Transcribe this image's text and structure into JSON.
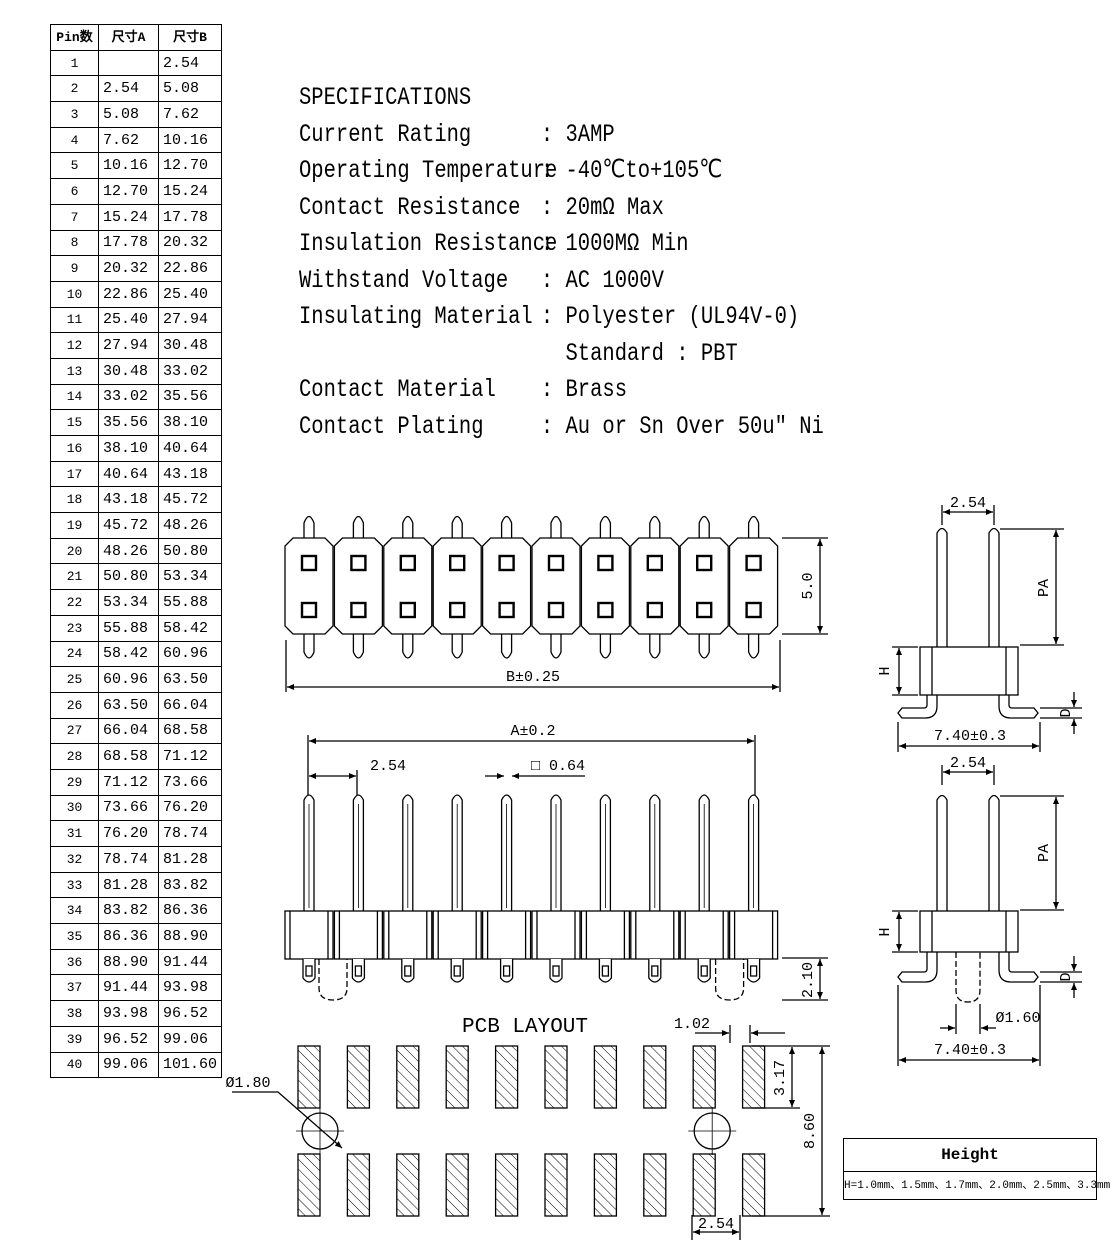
{
  "table": {
    "headers": [
      "Pin数",
      "尺寸A",
      "尺寸B"
    ],
    "rows": [
      [
        "1",
        "",
        "2.54"
      ],
      [
        "2",
        "2.54",
        "5.08"
      ],
      [
        "3",
        "5.08",
        "7.62"
      ],
      [
        "4",
        "7.62",
        "10.16"
      ],
      [
        "5",
        "10.16",
        "12.70"
      ],
      [
        "6",
        "12.70",
        "15.24"
      ],
      [
        "7",
        "15.24",
        "17.78"
      ],
      [
        "8",
        "17.78",
        "20.32"
      ],
      [
        "9",
        "20.32",
        "22.86"
      ],
      [
        "10",
        "22.86",
        "25.40"
      ],
      [
        "11",
        "25.40",
        "27.94"
      ],
      [
        "12",
        "27.94",
        "30.48"
      ],
      [
        "13",
        "30.48",
        "33.02"
      ],
      [
        "14",
        "33.02",
        "35.56"
      ],
      [
        "15",
        "35.56",
        "38.10"
      ],
      [
        "16",
        "38.10",
        "40.64"
      ],
      [
        "17",
        "40.64",
        "43.18"
      ],
      [
        "18",
        "43.18",
        "45.72"
      ],
      [
        "19",
        "45.72",
        "48.26"
      ],
      [
        "20",
        "48.26",
        "50.80"
      ],
      [
        "21",
        "50.80",
        "53.34"
      ],
      [
        "22",
        "53.34",
        "55.88"
      ],
      [
        "23",
        "55.88",
        "58.42"
      ],
      [
        "24",
        "58.42",
        "60.96"
      ],
      [
        "25",
        "60.96",
        "63.50"
      ],
      [
        "26",
        "63.50",
        "66.04"
      ],
      [
        "27",
        "66.04",
        "68.58"
      ],
      [
        "28",
        "68.58",
        "71.12"
      ],
      [
        "29",
        "71.12",
        "73.66"
      ],
      [
        "30",
        "73.66",
        "76.20"
      ],
      [
        "31",
        "76.20",
        "78.74"
      ],
      [
        "32",
        "78.74",
        "81.28"
      ],
      [
        "33",
        "81.28",
        "83.82"
      ],
      [
        "34",
        "83.82",
        "86.36"
      ],
      [
        "35",
        "86.36",
        "88.90"
      ],
      [
        "36",
        "88.90",
        "91.44"
      ],
      [
        "37",
        "91.44",
        "93.98"
      ],
      [
        "38",
        "93.98",
        "96.52"
      ],
      [
        "39",
        "96.52",
        "99.06"
      ],
      [
        "40",
        "99.06",
        "101.60"
      ]
    ]
  },
  "specs": {
    "title": "SPECIFICATIONS",
    "items": [
      {
        "label": "Current Rating",
        "sep": ":",
        "value": "3AMP"
      },
      {
        "label": "Operating Temperature",
        "sep": ":",
        "value": "-40℃to+105℃"
      },
      {
        "label": "Contact Resistance",
        "sep": ":",
        "value": "20mΩ Max"
      },
      {
        "label": "Insulation Resistance",
        "sep": ":",
        "value": "1000MΩ Min"
      },
      {
        "label": "Withstand Voltage",
        "sep": ":",
        "value": "AC 1000V"
      },
      {
        "label": "Insulating Material",
        "sep": ":",
        "value": "Polyester (UL94V-0)"
      },
      {
        "label": "",
        "sep": "",
        "value": "Standard : PBT"
      },
      {
        "label": "Contact Material",
        "sep": ":",
        "value": "Brass"
      },
      {
        "label": "Contact Plating",
        "sep": ":",
        "value": "Au or Sn Over 50u\" Ni"
      }
    ]
  },
  "dims": {
    "top_width": "B±0.25",
    "top_height": "5.0",
    "front_width": "A±0.2",
    "pitch": "2.54",
    "pin_size": "□ 0.64",
    "below_body": "2.10",
    "pcb_title": "PCB LAYOUT",
    "pad_width": "1.02",
    "pad_length": "3.17",
    "row_span": "8.60",
    "hole_dia": "Ø1.80",
    "pcb_pitch": "2.54",
    "side_pitch_1": "2.54",
    "side_pitch_2": "2.54",
    "side_pa_1": "PA",
    "side_pa_2": "PA",
    "side_h_1": "H",
    "side_h_2": "H",
    "side_d_1": "D",
    "side_d_2": "D",
    "side_width_1": "7.40±0.3",
    "side_width_2": "7.40±0.3",
    "side_peg": "Ø1.60"
  },
  "height_box": {
    "title": "Height",
    "value": "H=1.0mm、1.5mm、1.7mm、2.0mm、2.5mm、3.3mm"
  }
}
